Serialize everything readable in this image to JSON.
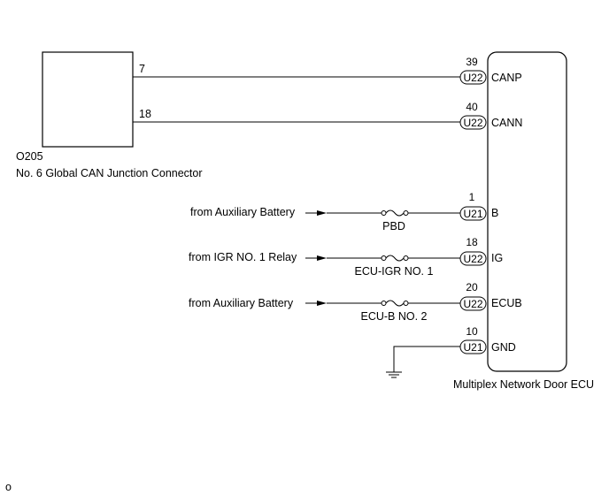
{
  "junction_connector": {
    "code": "O205",
    "name": "No. 6 Global CAN Junction Connector",
    "pins": [
      "7",
      "18"
    ]
  },
  "ecu": {
    "name": "Multiplex Network Door ECU"
  },
  "terminals": [
    {
      "pin": "39",
      "connector": "U22",
      "signal": "CANP"
    },
    {
      "pin": "40",
      "connector": "U22",
      "signal": "CANN"
    },
    {
      "pin": "1",
      "connector": "U21",
      "signal": "B",
      "source": "from Auxiliary Battery",
      "fuse": "PBD"
    },
    {
      "pin": "18",
      "connector": "U22",
      "signal": "IG",
      "source": "from IGR NO. 1 Relay",
      "fuse": "ECU-IGR NO. 1"
    },
    {
      "pin": "20",
      "connector": "U22",
      "signal": "ECUB",
      "source": "from Auxiliary Battery",
      "fuse": "ECU-B NO. 2"
    },
    {
      "pin": "10",
      "connector": "U21",
      "signal": "GND"
    }
  ],
  "page_code": "o"
}
